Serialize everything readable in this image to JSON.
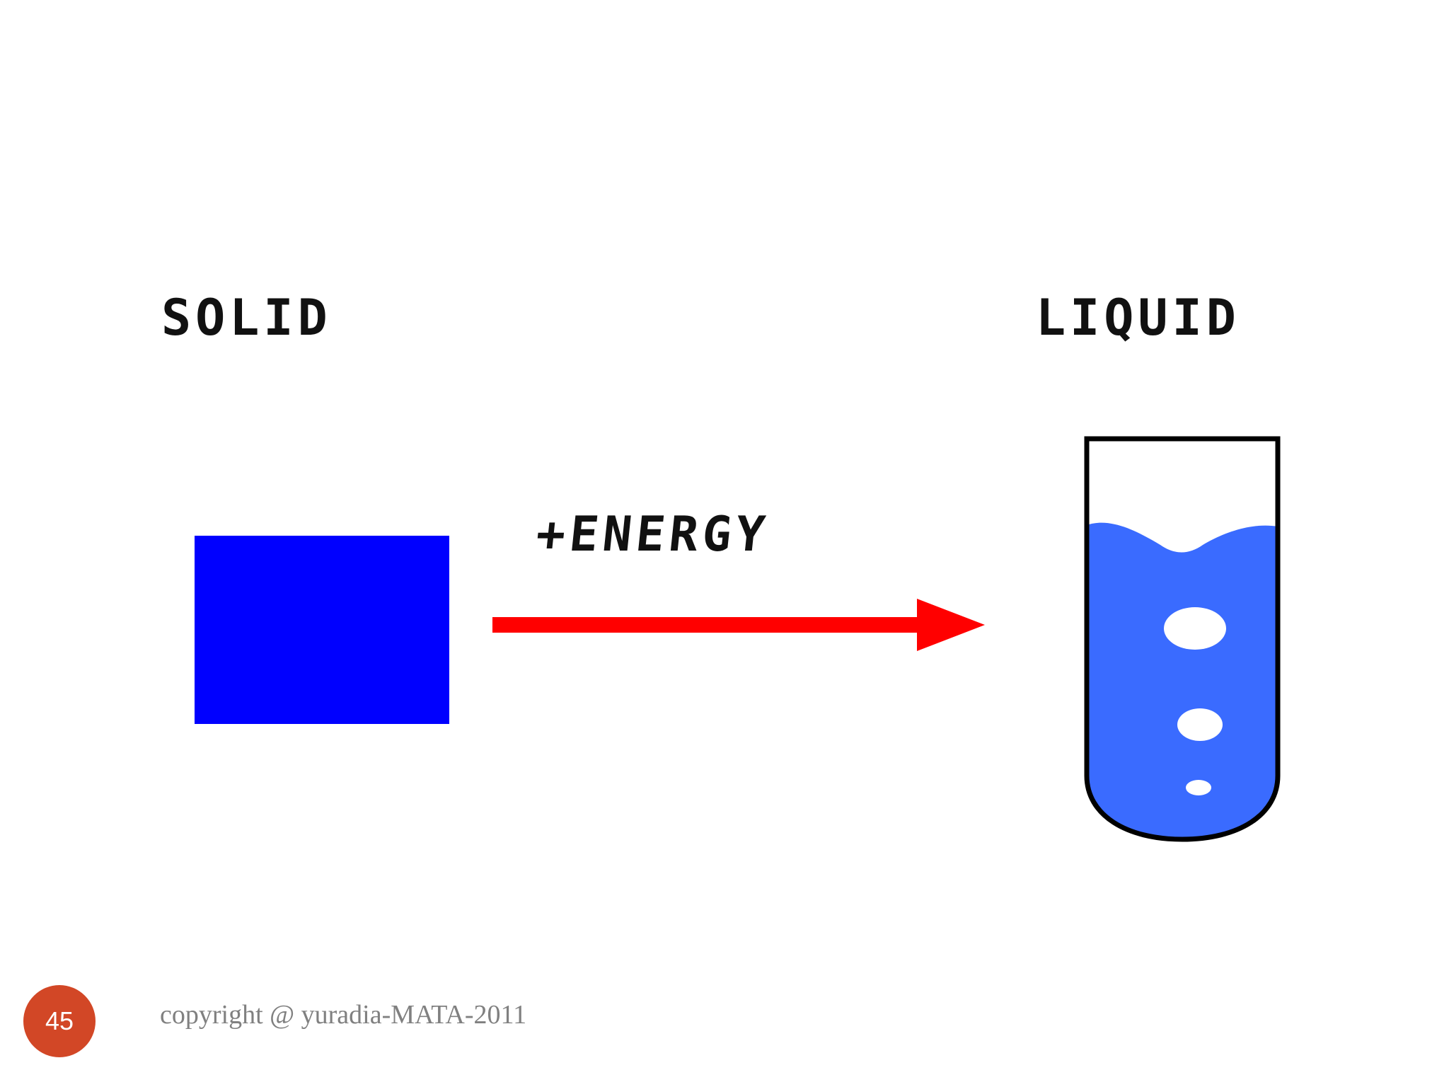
{
  "diagram": {
    "solid_label": "SOLID",
    "liquid_label": "LIQUID",
    "energy_label": "+ENERGY",
    "colors": {
      "solid_block": "#0000ff",
      "arrow": "#ff0000",
      "liquid": "#3a6bff",
      "tube_outline": "#000000"
    },
    "icons": {
      "arrow": "right-arrow-icon",
      "tube": "test-tube-icon"
    }
  },
  "footer": {
    "page_number": "45",
    "copyright": "copyright @ yuradia-MATA-2011",
    "badge_color": "#d24726"
  }
}
